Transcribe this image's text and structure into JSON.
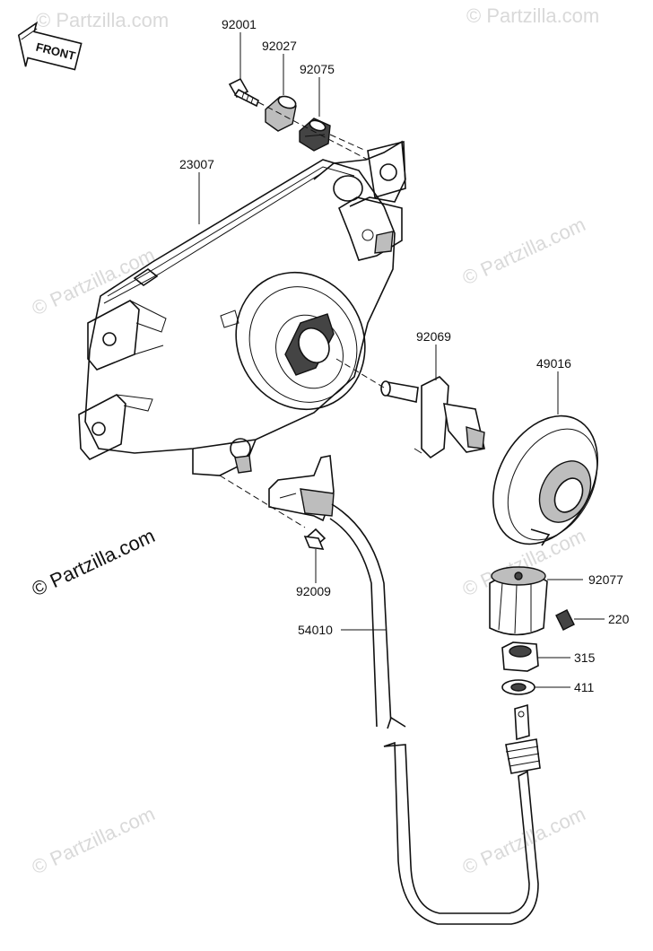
{
  "front_badge": {
    "text": "FRONT"
  },
  "watermarks": {
    "brand": "© Partzilla.com"
  },
  "parts": [
    {
      "id": "92001"
    },
    {
      "id": "92027"
    },
    {
      "id": "92075"
    },
    {
      "id": "23007"
    },
    {
      "id": "92069"
    },
    {
      "id": "49016"
    },
    {
      "id": "92009"
    },
    {
      "id": "54010"
    },
    {
      "id": "92077"
    },
    {
      "id": "220"
    },
    {
      "id": "315"
    },
    {
      "id": "411"
    }
  ]
}
